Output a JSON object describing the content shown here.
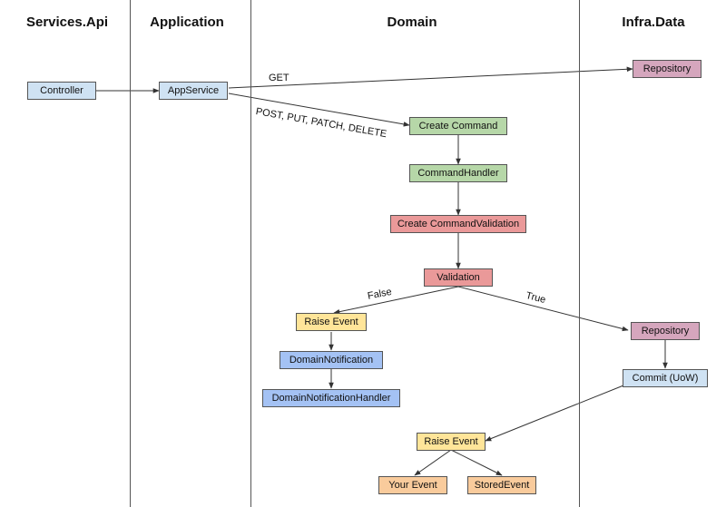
{
  "lanes": [
    "Services.Api",
    "Application",
    "Domain",
    "Infra.Data"
  ],
  "nodes": {
    "controller": {
      "label": "Controller",
      "fill": "#cfe2f3"
    },
    "appservice": {
      "label": "AppService",
      "fill": "#cfe2f3"
    },
    "repo_get": {
      "label": "Repository",
      "fill": "#d5a6bd"
    },
    "create_command": {
      "label": "Create Command",
      "fill": "#b6d7a8"
    },
    "command_handler": {
      "label": "CommandHandler",
      "fill": "#b6d7a8"
    },
    "create_validation": {
      "label": "Create CommandValidation",
      "fill": "#ea9999"
    },
    "validation": {
      "label": "Validation",
      "fill": "#ea9999"
    },
    "raise_event_1": {
      "label": "Raise Event",
      "fill": "#ffe599"
    },
    "domain_notification": {
      "label": "DomainNotification",
      "fill": "#a4c2f4"
    },
    "domain_notification_handler": {
      "label": "DomainNotificationHandler",
      "fill": "#a4c2f4"
    },
    "repo_true": {
      "label": "Repository",
      "fill": "#d5a6bd"
    },
    "commit": {
      "label": "Commit (UoW)",
      "fill": "#cfe2f3"
    },
    "raise_event_2": {
      "label": "Raise Event",
      "fill": "#ffe599"
    },
    "your_event": {
      "label": "Your Event",
      "fill": "#f9cb9c"
    },
    "stored_event": {
      "label": "StoredEvent",
      "fill": "#f9cb9c"
    }
  },
  "edge_labels": {
    "get": "GET",
    "write_verbs": "POST, PUT, PATCH, DELETE",
    "false": "False",
    "true": "True"
  }
}
